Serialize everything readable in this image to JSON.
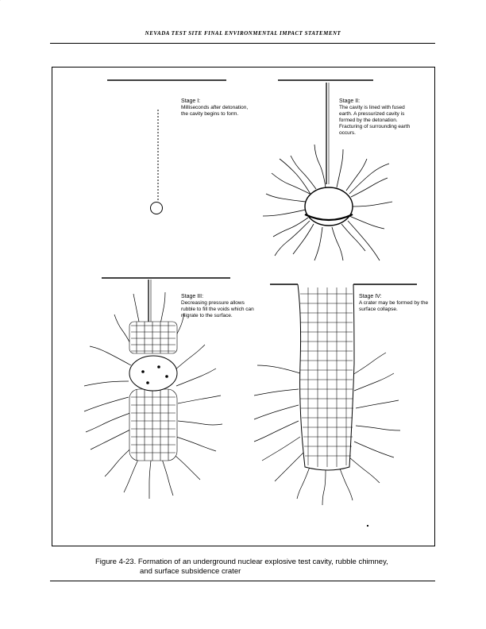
{
  "header": {
    "title": "NEVADA TEST SITE FINAL ENVIRONMENTAL IMPACT STATEMENT"
  },
  "figure": {
    "stages": [
      {
        "title": "Stage I:",
        "text": "Milliseconds after detonation, the cavity begins to form."
      },
      {
        "title": "Stage II:",
        "text": "The cavity is lined with fused earth. A pressurized cavity is formed by the detonation. Fracturing of surrounding earth occurs."
      },
      {
        "title": "Stage III:",
        "text": "Decreasing pressure allows rubble to fill the voids which can migrate to the surface."
      },
      {
        "title": "Stage IV:",
        "text": "A crater may be formed by the surface collapse."
      }
    ]
  },
  "caption": {
    "line1": "Figure 4-23.  Formation of an underground nuclear explosive test cavity, rubble chimney,",
    "line2": "and surface subsidence crater"
  }
}
